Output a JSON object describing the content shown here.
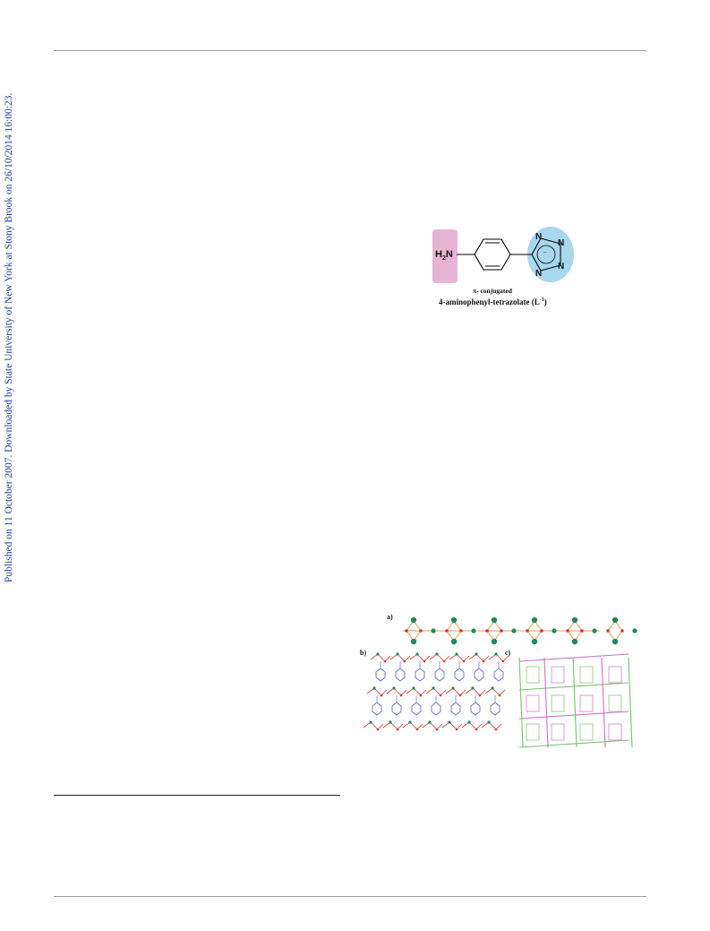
{
  "side_note": "Published on 11 October 2007. Downloaded by State University of New York at Stony Brook on 26/10/2014 16:00:23.",
  "scheme": {
    "amine_label": "H",
    "amine_sub": "2",
    "amine_atom": "N",
    "ring_atoms": [
      "N",
      "N",
      "N",
      "N"
    ],
    "charge": "–",
    "sub_caption": "π- conjugated",
    "name_text": "4-aminophenyl-tetrazolate (L",
    "name_sup": "-1",
    "name_close": ")",
    "colors": {
      "amine_box": "#e8b4d4",
      "tetrazole_oval": "#a8d8f0"
    }
  },
  "figure": {
    "panel_a": "a)",
    "panel_b": "b)",
    "panel_c": "c)",
    "colors": {
      "metal": "#1e8a5a",
      "oxygen": "#e03030",
      "ligand_blue": "#6b6fc8",
      "net_pink": "#d070c8",
      "net_green": "#7ac070"
    }
  }
}
